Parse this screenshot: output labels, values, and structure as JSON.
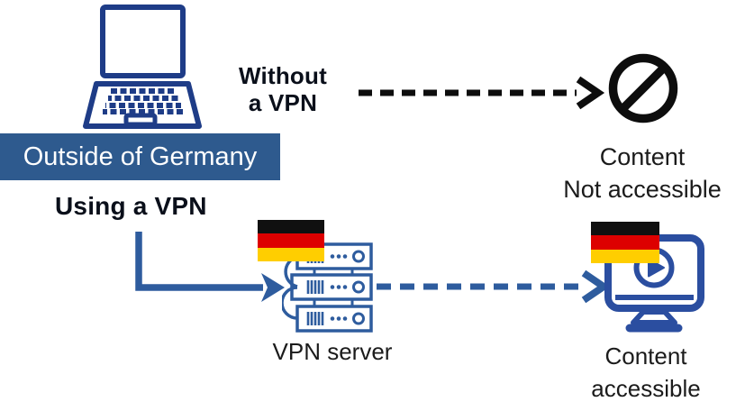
{
  "banner": {
    "label": "Outside of Germany",
    "bg": "#2e5a8e",
    "text_color": "#ffffff"
  },
  "without_vpn": {
    "line1": "Without",
    "line2": "a VPN"
  },
  "not_accessible": {
    "line1": "Content",
    "line2": "Not accessible"
  },
  "using_vpn": {
    "label": "Using a VPN"
  },
  "vpn_server": {
    "label": "VPN server"
  },
  "accessible": {
    "line1": "Content",
    "line2": "accessible"
  },
  "icons": {
    "laptop": "laptop-icon",
    "prohibition": "prohibition-icon",
    "server_stack": "server-stack-icon",
    "monitor_play": "monitor-play-icon",
    "german_flag": "german-flag-icon",
    "dashed_arrow_black": "dashed-arrow-right",
    "dashed_arrow_blue": "dashed-arrow-right",
    "elbow_arrow_blue": "elbow-arrow-down-right"
  },
  "colors": {
    "laptop_blue": "#1e3c87",
    "monitor_blue": "#2b4ea0",
    "server_blue": "#2e5c9e",
    "vpn_arrow_blue": "#2e5c9e",
    "no_vpn_arrow_black": "#0d0d0d",
    "prohibition_black": "#0d0d0d",
    "banner_bg": "#2e5a8e",
    "flag_black": "#101010",
    "flag_red": "#dd0000",
    "flag_gold": "#ffce00",
    "text_dark": "#1b1b1b"
  }
}
